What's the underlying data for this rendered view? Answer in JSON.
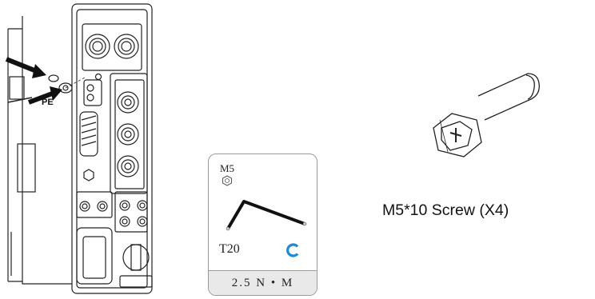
{
  "inverter": {
    "pe_label": "PE",
    "arrow_icons": [
      "arrow-right-icon",
      "arrow-right-icon"
    ]
  },
  "tool_card": {
    "screw_size": "M5",
    "bit": "T20",
    "torque": "2.5 N • M",
    "rotation_icon": "clockwise-arrow-icon",
    "accent_color": "#1e8ad6"
  },
  "screw": {
    "caption": "M5*10 Screw (X4)"
  }
}
